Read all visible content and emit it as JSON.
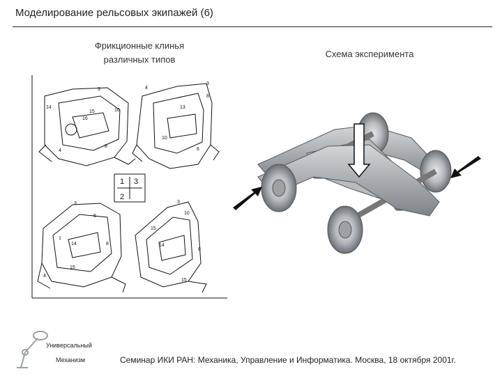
{
  "slide": {
    "title": "Моделирование рельсовых экипажей (6)"
  },
  "left_panel": {
    "caption_line1": "Фрикционные клинья",
    "caption_line2": "различных типов"
  },
  "right_panel": {
    "caption": "Схема эксперимента"
  },
  "logo": {
    "line1": "Универсальный",
    "line2": "Механизм"
  },
  "footer": {
    "text": "Семинар ИКИ РАН: Механика, Управление и Информатика. Москва, 18 октября 2001г."
  },
  "colors": {
    "rule": "#222222",
    "bogie_metal": "#a9adb2",
    "bogie_dark": "#6b7076",
    "arrow": "#111111"
  }
}
